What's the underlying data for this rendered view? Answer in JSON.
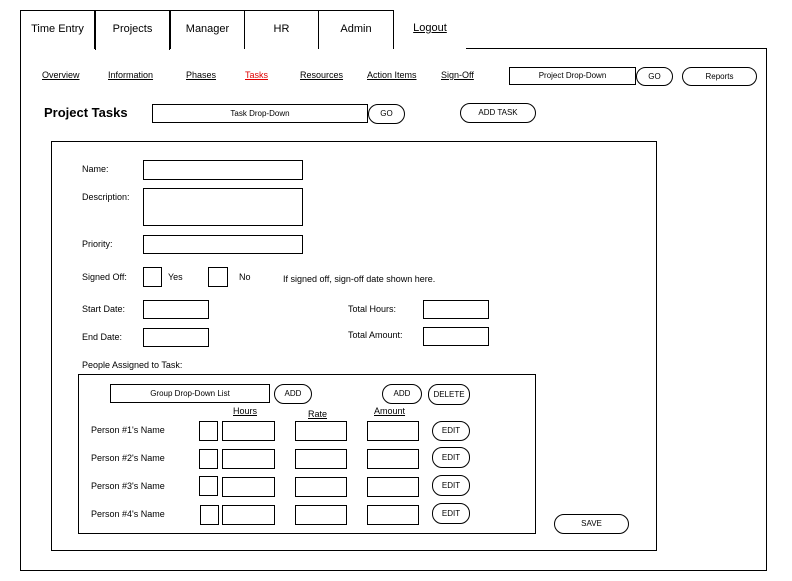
{
  "tabs": [
    "Time Entry",
    "Projects",
    "Manager",
    "HR",
    "Admin",
    "Logout"
  ],
  "subnav": [
    "Overview",
    "Information",
    "Phases",
    "Tasks",
    "Resources",
    "Action Items",
    "Sign-Off"
  ],
  "header": {
    "project_dropdown": "Project Drop-Down",
    "go": "GO",
    "reports": "Reports"
  },
  "page": {
    "title": "Project Tasks",
    "task_dropdown": "Task Drop-Down",
    "go": "GO",
    "add_task": "ADD TASK"
  },
  "form": {
    "name_label": "Name:",
    "description_label": "Description:",
    "priority_label": "Priority:",
    "signed_off_label": "Signed Off:",
    "yes": "Yes",
    "no": "No",
    "signoff_note": "If signed off, sign-off date shown here.",
    "start_date_label": "Start Date:",
    "end_date_label": "End Date:",
    "total_hours_label": "Total Hours:",
    "total_amount_label": "Total Amount:",
    "people_label": "People Assigned to Task:"
  },
  "people": {
    "group_dropdown": "Group Drop-Down List",
    "add_group": "ADD",
    "add": "ADD",
    "delete": "DELETE",
    "col_hours": "Hours",
    "col_rate": "Rate",
    "col_amount": "Amount",
    "rows": [
      {
        "name": "Person #1's Name",
        "edit": "EDIT"
      },
      {
        "name": "Person #2's Name",
        "edit": "EDIT"
      },
      {
        "name": "Person #3's Name",
        "edit": "EDIT"
      },
      {
        "name": "Person #4's Name",
        "edit": "EDIT"
      }
    ]
  },
  "save": "SAVE"
}
